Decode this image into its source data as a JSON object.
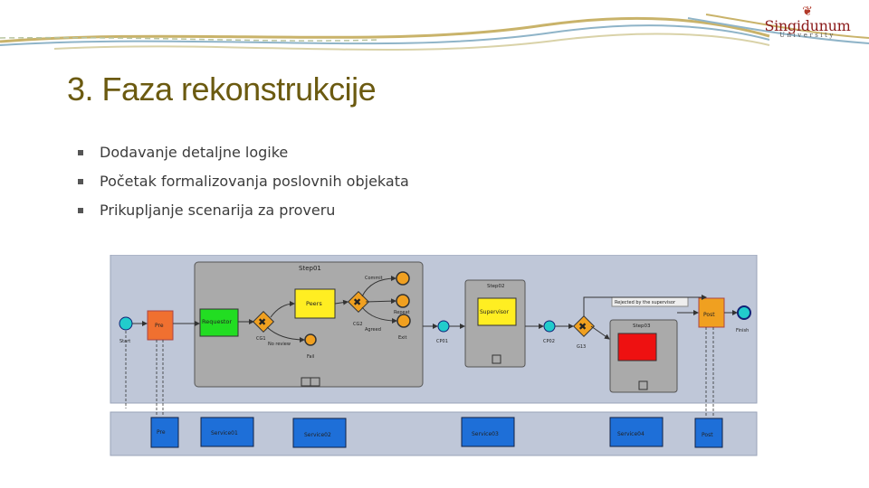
{
  "logo": {
    "name": "Singidunum",
    "sub": "University"
  },
  "title": "3. Faza rekonstrukcije",
  "bullets": [
    "Dodavanje detaljne logike",
    "Početak formalizovanja poslovnih objekata",
    "Prikupljanje scenarija za proveru"
  ],
  "diagram": {
    "start_label": "Start",
    "pre_task": "Pre",
    "requestor_task": "Requestor",
    "step01_label": "Step01",
    "peers_task": "Peers",
    "commit_event": "Commit",
    "repeat_event": "Repeat",
    "exit_event": "Exit",
    "agreed_label": "Agreed",
    "cg2_label": "CG2",
    "cg1_label": "CG1",
    "no_review_label": "No review",
    "fail_event": "Fail",
    "step02_label": "Step02",
    "supervisor_task": "Supervisor",
    "cp01_label": "CP01",
    "cp02_label": "CP02",
    "g13_label": "G13",
    "step03_label": "Step03",
    "rejected_label": "Rejected by the supervisor",
    "post_task": "Post",
    "finish_label": "Finish",
    "service_pre": "Pre",
    "service01": "Service01",
    "service02": "Service02",
    "service03": "Service03",
    "service04": "Service04",
    "service_post": "Post",
    "colors": {
      "gateway": "#f0a020",
      "task_green": "#22dd22",
      "task_yellow": "#ffee22",
      "task_red": "#ee1111",
      "task_orange": "#f07030",
      "service_blue": "#1e6fd8",
      "event_teal": "#22cccc",
      "pool_bg": "#bfc7d8"
    }
  }
}
